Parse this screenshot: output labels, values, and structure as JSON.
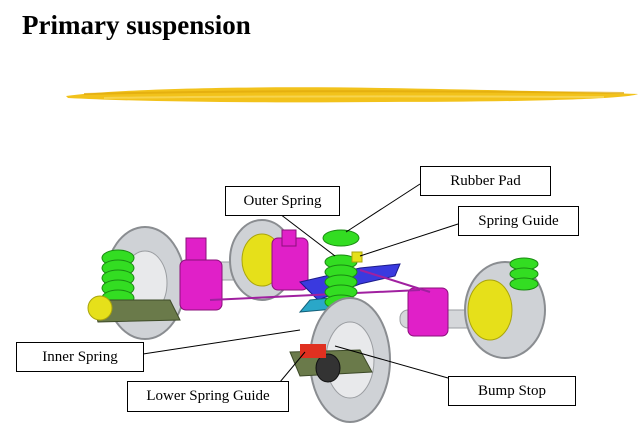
{
  "slide": {
    "title": "Primary suspension"
  },
  "labels": {
    "rubber_pad": "Rubber Pad",
    "outer_spring": "Outer Spring",
    "spring_guide": "Spring Guide",
    "inner_spring": "Inner Spring",
    "lower_spring_guide": "Lower Spring Guide",
    "bump_stop": "Bump Stop"
  },
  "colors": {
    "brush_stroke": "#f2c21b",
    "spring": "#33dd22",
    "wheel": "#cfd2d6",
    "wheel_hub": "#e6e01a",
    "axle_box": "#e020c8",
    "frame": "#3a3adf",
    "arm": "#6a7a4a"
  }
}
